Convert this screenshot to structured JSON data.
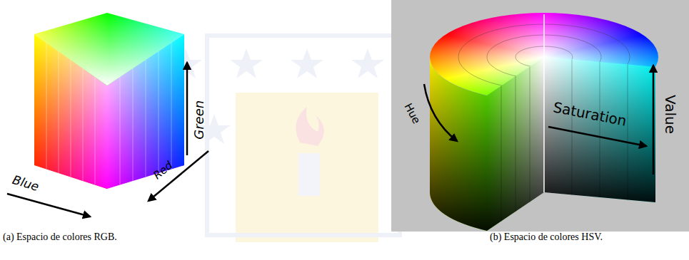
{
  "diagram": {
    "labels": [
      "Blue",
      "Red",
      "Green",
      "Hue",
      "Saturation",
      "Value",
      "(a) Espacio de colores RGB.",
      "(b) Espacio de colores HSV."
    ]
  }
}
